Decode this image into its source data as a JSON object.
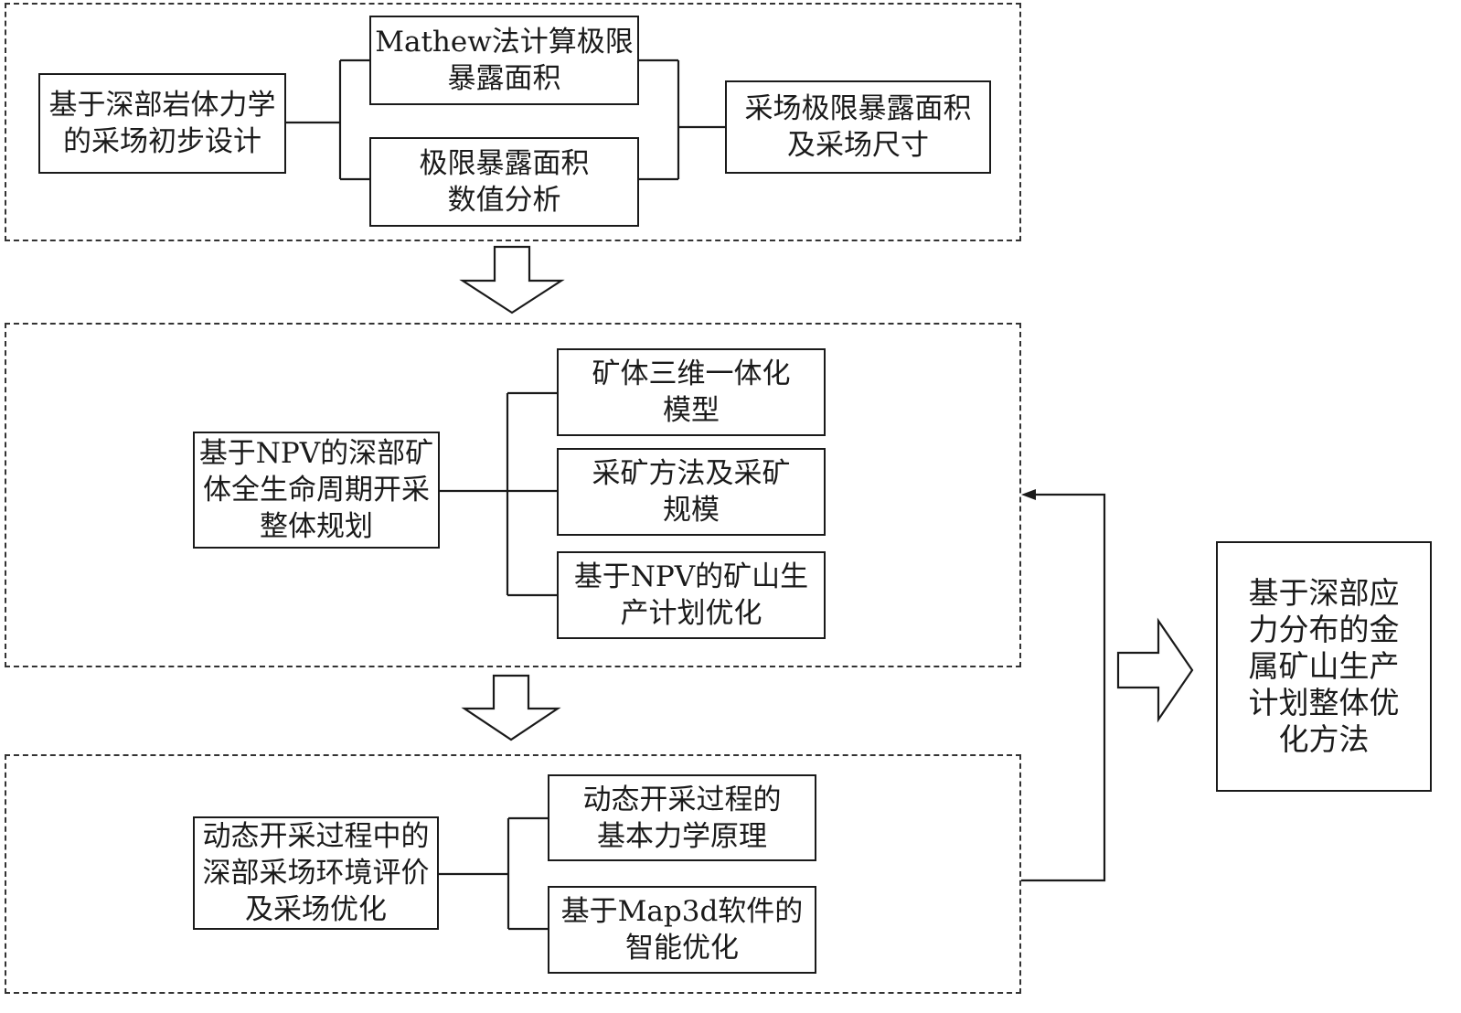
{
  "section1": {
    "main": [
      "基于深部岩体力学",
      "的采场初步设计"
    ],
    "upper": [
      "Mathew法计算极限",
      "暴露面积"
    ],
    "lower": [
      "极限暴露面积",
      "数值分析"
    ],
    "result": [
      "采场极限暴露面积",
      "及采场尺寸"
    ]
  },
  "section2": {
    "main": [
      "基于NPV的深部矿",
      "体全生命周期开采",
      "整体规划"
    ],
    "item1": [
      "矿体三维一体化",
      "模型"
    ],
    "item2": [
      "采矿方法及采矿",
      "规模"
    ],
    "item3": [
      "基于NPV的矿山生",
      "产计划优化"
    ]
  },
  "section3": {
    "main": [
      "动态开采过程中的",
      "深部采场环境评价",
      "及采场优化"
    ],
    "item1": [
      "动态开采过程的",
      "基本力学原理"
    ],
    "item2": [
      "基于Map3d软件的",
      "智能优化"
    ]
  },
  "final": [
    "基于深部应",
    "力分布的金",
    "属矿山生产",
    "计划整体优",
    "化方法"
  ]
}
